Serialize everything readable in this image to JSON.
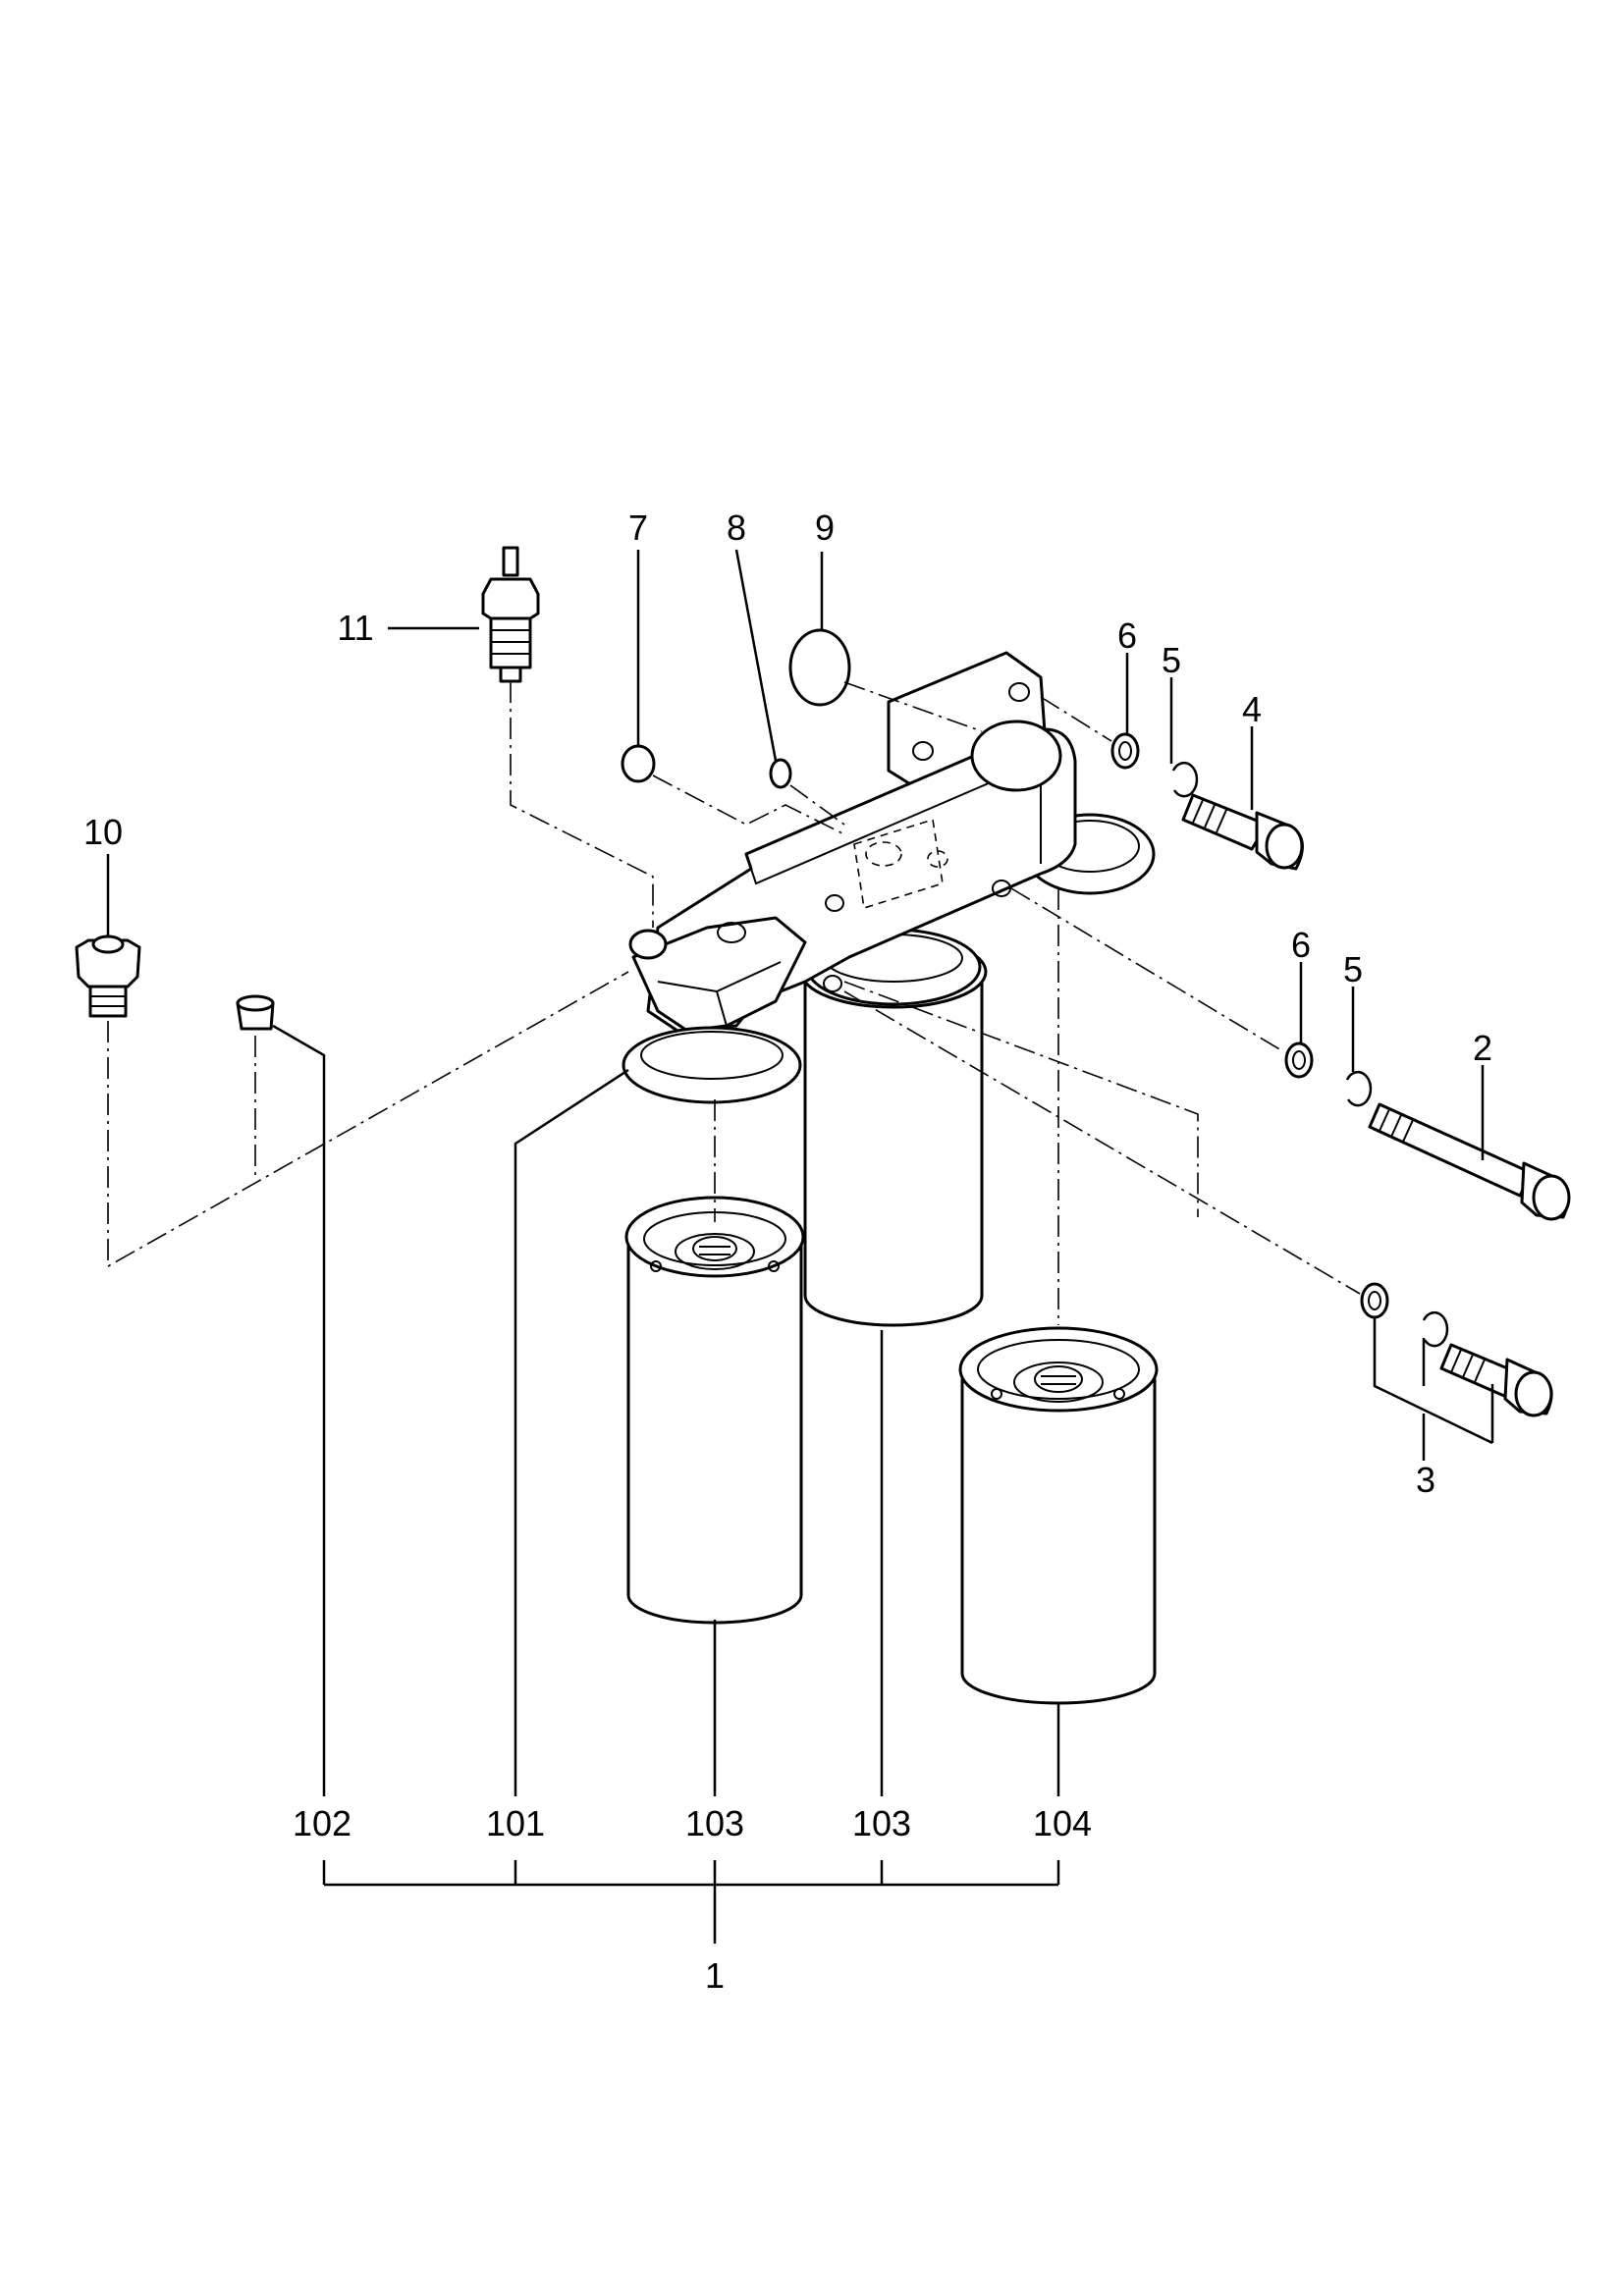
{
  "callouts": {
    "c1": "1",
    "c2": "2",
    "c3": "3",
    "c4": "4",
    "c5a": "5",
    "c5b": "5",
    "c6a": "6",
    "c6b": "6",
    "c7": "7",
    "c8": "8",
    "c9": "9",
    "c10": "10",
    "c11": "11",
    "c101": "101",
    "c102": "102",
    "c103a": "103",
    "c103b": "103",
    "c104": "104"
  }
}
